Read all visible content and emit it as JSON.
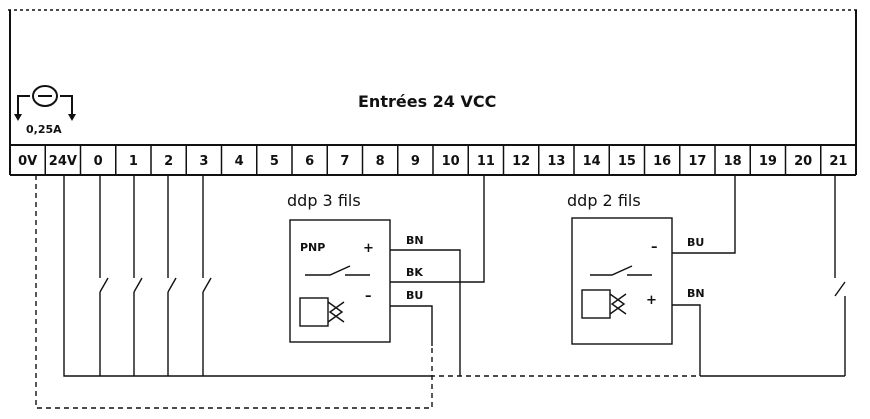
{
  "module": {
    "title": "Entrées 24 VCC",
    "fuse_label": "0,25A",
    "terminals": [
      "0V",
      "24V",
      "0",
      "1",
      "2",
      "3",
      "4",
      "5",
      "6",
      "7",
      "8",
      "9",
      "10",
      "11",
      "12",
      "13",
      "14",
      "15",
      "16",
      "17",
      "18",
      "19",
      "20",
      "21"
    ]
  },
  "sensor_3wire": {
    "title": "ddp 3 fils",
    "type_label": "PNP",
    "plus": "+",
    "minus": "–",
    "wires": [
      "BN",
      "BK",
      "BU"
    ]
  },
  "sensor_2wire": {
    "title": "ddp 2 fils",
    "minus": "–",
    "plus": "+",
    "wires": [
      "BU",
      "BN"
    ]
  },
  "icons": [
    "fuse-icon",
    "switch-icon",
    "proximity-sensor-icon"
  ]
}
